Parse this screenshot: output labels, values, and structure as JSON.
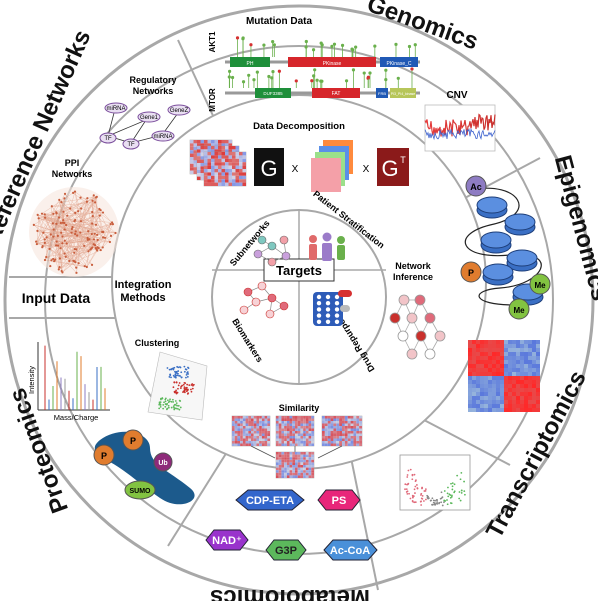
{
  "sectors": {
    "genomics": "Genomics",
    "epigenomics": "Epigenomics",
    "transcriptomics": "Transcriptomics",
    "metabolomics": "Metabolomics",
    "proteomics": "Proteomics",
    "reference_networks": "Reference Networks",
    "input_data": "Input Data"
  },
  "genomics": {
    "mutation_title": "Mutation Data",
    "gene1": "AKT1",
    "gene2": "MTOR",
    "akt1_domains": [
      "PH",
      "PKinase",
      "PKinase_C"
    ],
    "mtor_domains": [
      "DUF3385",
      "FAT",
      "FRB",
      "PI3_PI4_kinase"
    ],
    "cnv": "CNV"
  },
  "reference": {
    "regulatory": "Regulatory\nNetworks",
    "ppi": "PPI\nNetworks",
    "nodes": [
      "miRNA",
      "TF",
      "Gene1",
      "TF",
      "miRNA",
      "GeneZ"
    ]
  },
  "epigenomics": {
    "marks": [
      "Ac",
      "P",
      "Me",
      "Me"
    ]
  },
  "metabolomics": {
    "metabolites": [
      "CDP-ETA",
      "PS",
      "NAD⁺",
      "G3P",
      "Ac-CoA"
    ]
  },
  "proteomics": {
    "ylabel": "Intensity",
    "xlabel": "Mass/Charge",
    "mods": [
      "P",
      "P",
      "Ub",
      "SUMO"
    ]
  },
  "inner": {
    "data_decomposition": "Data Decomposition",
    "g": "G",
    "x1": "X",
    "x2": "X",
    "gt": "G",
    "gt_sup": "T",
    "network_inference": "Network\nInference",
    "integration_methods": "Integration\nMethods",
    "clustering": "Clustering",
    "similarity": "Similarity"
  },
  "targets": {
    "center": "Targets",
    "subnetworks": "Subnetworks",
    "patient_stratification": "Patient Stratification",
    "biomarkers": "Biomarkers",
    "drug_repurposing": "Drug Repurposing"
  },
  "colors": {
    "ring": "#a8a8a8",
    "inner_bg": "#ffffff",
    "dark": "#1a1a1a",
    "metabolite_fills": [
      "#3366cc",
      "#e8267a",
      "#9933cc",
      "#5cb85c",
      "#4a90d9"
    ]
  }
}
